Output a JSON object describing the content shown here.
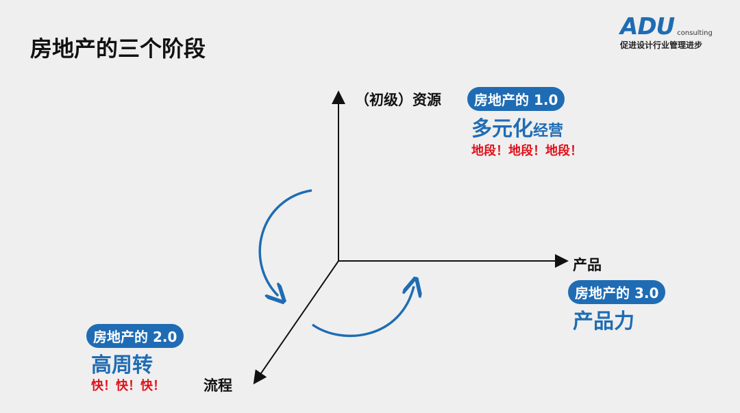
{
  "title": "房地产的三个阶段",
  "logo": {
    "mark": "ADU",
    "sub": "consulting",
    "slogan": "促进设计行业管理进步"
  },
  "axes": {
    "y": "（初级）资源",
    "x": "产品",
    "z": "流程"
  },
  "stages": [
    {
      "badge": "房地产的 1.0",
      "main": "多元化",
      "main_small": "经营",
      "slogan": "地段！地段！地段！"
    },
    {
      "badge": "房地产的 2.0",
      "main": "高周转",
      "slogan": "快！快！快！"
    },
    {
      "badge": "房地产的 3.0",
      "main": "产品力"
    }
  ],
  "colors": {
    "accent": "#1f6cb4",
    "red": "#e0101a",
    "background": "#efefef"
  }
}
